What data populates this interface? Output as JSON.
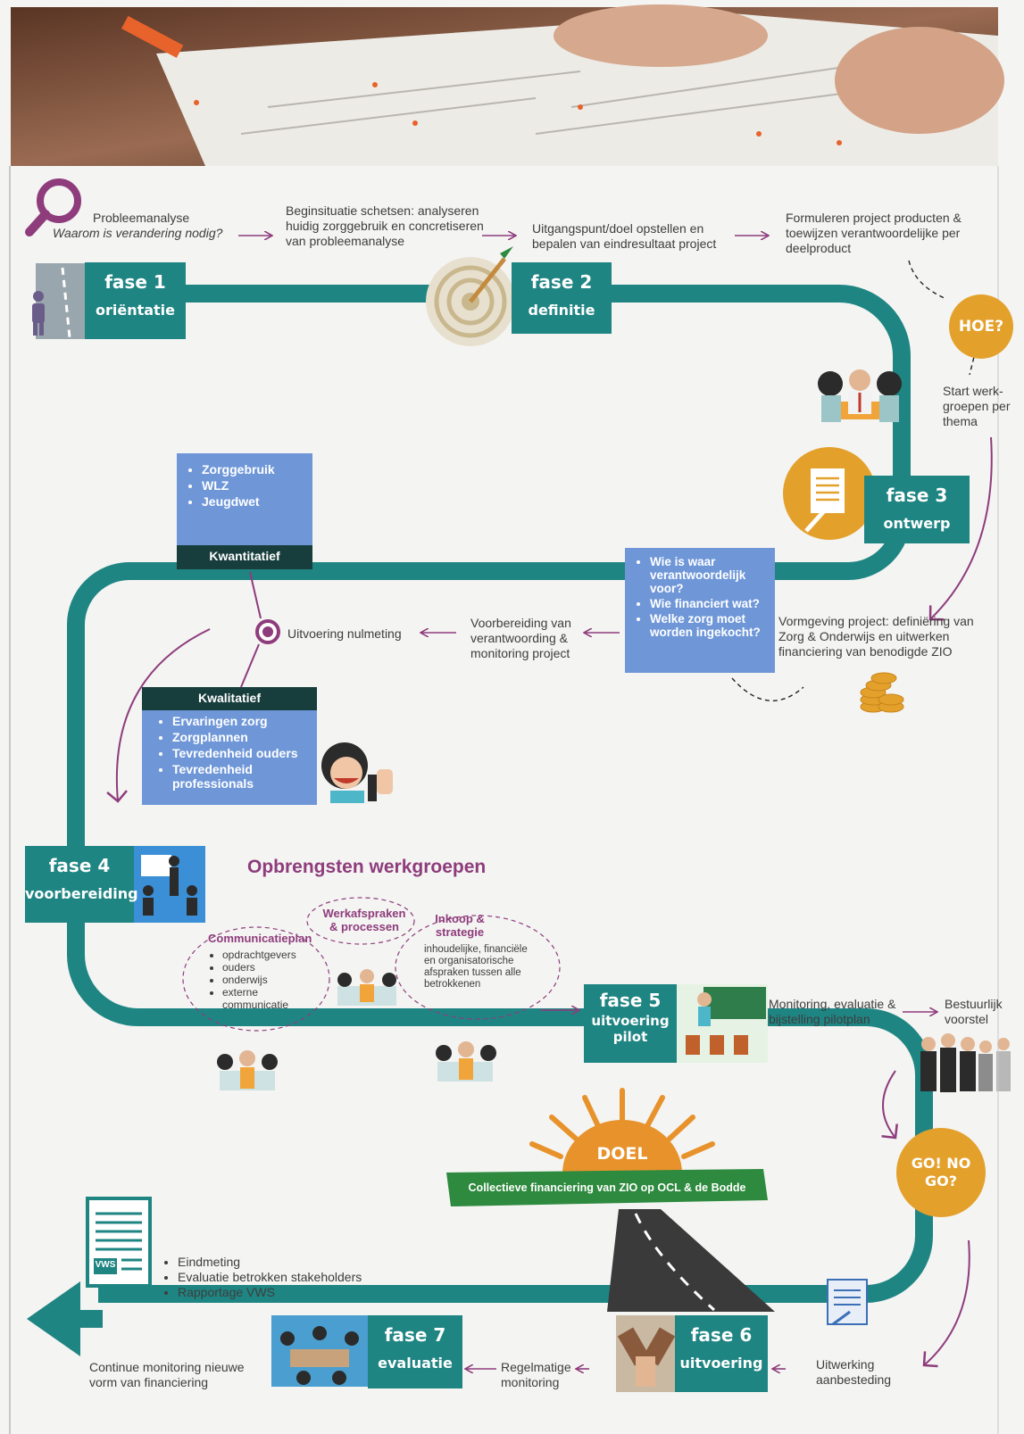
{
  "top": {
    "probleem_1": "Probleemanalyse",
    "probleem_2": "Waarom is verandering nodig?",
    "begin": "Beginsituatie schetsen: analyseren huidig zorggebruik en concretiseren van probleemanalyse",
    "uitgang": "Uitgangspunt/doel opstellen en bepalen van eindresultaat project",
    "formuleren": "Formuleren project producten & toewijzen verantwoordelijke per deelproduct"
  },
  "fases": {
    "f1_num": "fase 1",
    "f1_label": "oriëntatie",
    "f2_num": "fase 2",
    "f2_label": "definitie",
    "f3_num": "fase 3",
    "f3_label": "ontwerp",
    "f4_num": "fase 4",
    "f4_label": "voorbereiding",
    "f5_num": "fase 5",
    "f5_label1": "uitvoering",
    "f5_label2": "pilot",
    "f6_num": "fase 6",
    "f6_label": "uitvoering",
    "f7_num": "fase 7",
    "f7_label": "evaluatie"
  },
  "hoe": "HOE?",
  "start_werkgroepen": "Start werk- groepen per thema",
  "kwantitatief": {
    "items": [
      "Zorggebruik",
      "WLZ",
      "Jeugdwet"
    ],
    "title": "Kwantitatief"
  },
  "kwalitatief": {
    "title": "Kwalitatief",
    "items": [
      "Ervaringen zorg",
      "Zorgplannen",
      "Tevredenheid ouders",
      "Tevredenheid professionals"
    ]
  },
  "vragen": [
    "Wie is waar verantwoordelijk voor?",
    "Wie financiert wat?",
    "Welke zorg moet worden ingekocht?"
  ],
  "vormgeving": "Vormgeving project: definiëring van Zorg & Onderwijs en uitwerken financiering van benodigde ZIO",
  "voorbereiding_verantwoording": "Voorbereiding van verantwoording & monitoring project",
  "uitvoering_nulmeting": "Uitvoering nulmeting",
  "opbrengsten_title": "Opbrengsten werkgroepen",
  "communicatieplan": {
    "title": "Communicatieplan",
    "items": [
      "opdrachtgevers",
      "ouders",
      "onderwijs",
      "externe communicatie"
    ]
  },
  "werkafspraken": "Werkafspraken & processen",
  "inkoop": {
    "title": "Inkoop & strategie",
    "text": "inhoudelijke, financiële en organisatorische afspraken tussen alle betrokkenen"
  },
  "monitoring_evaluatie": "Monitoring, evaluatie & bijstelling pilotplan",
  "bestuurlijk": "Bestuurlijk voorstel",
  "go": "GO! NO GO?",
  "doel": "DOEL",
  "doel_banner": "Collectieve financiering van ZIO op OCL & de Bodde",
  "eind_items": [
    "Eindmeting",
    "Evaluatie betrokken stakeholders",
    "Rapportage VWS"
  ],
  "vws": "VWS",
  "continue": "Continue monitoring nieuwe vorm van financiering",
  "regelmatige": "Regelmatige monitoring",
  "uitwerking": "Uitwerking aanbesteding",
  "colors": {
    "teal": "#1f8583",
    "purple": "#8e3c7c",
    "orange": "#e3a12c",
    "blue": "#6f97d8",
    "dark": "#173d3c",
    "green": "#2e8a3e"
  }
}
